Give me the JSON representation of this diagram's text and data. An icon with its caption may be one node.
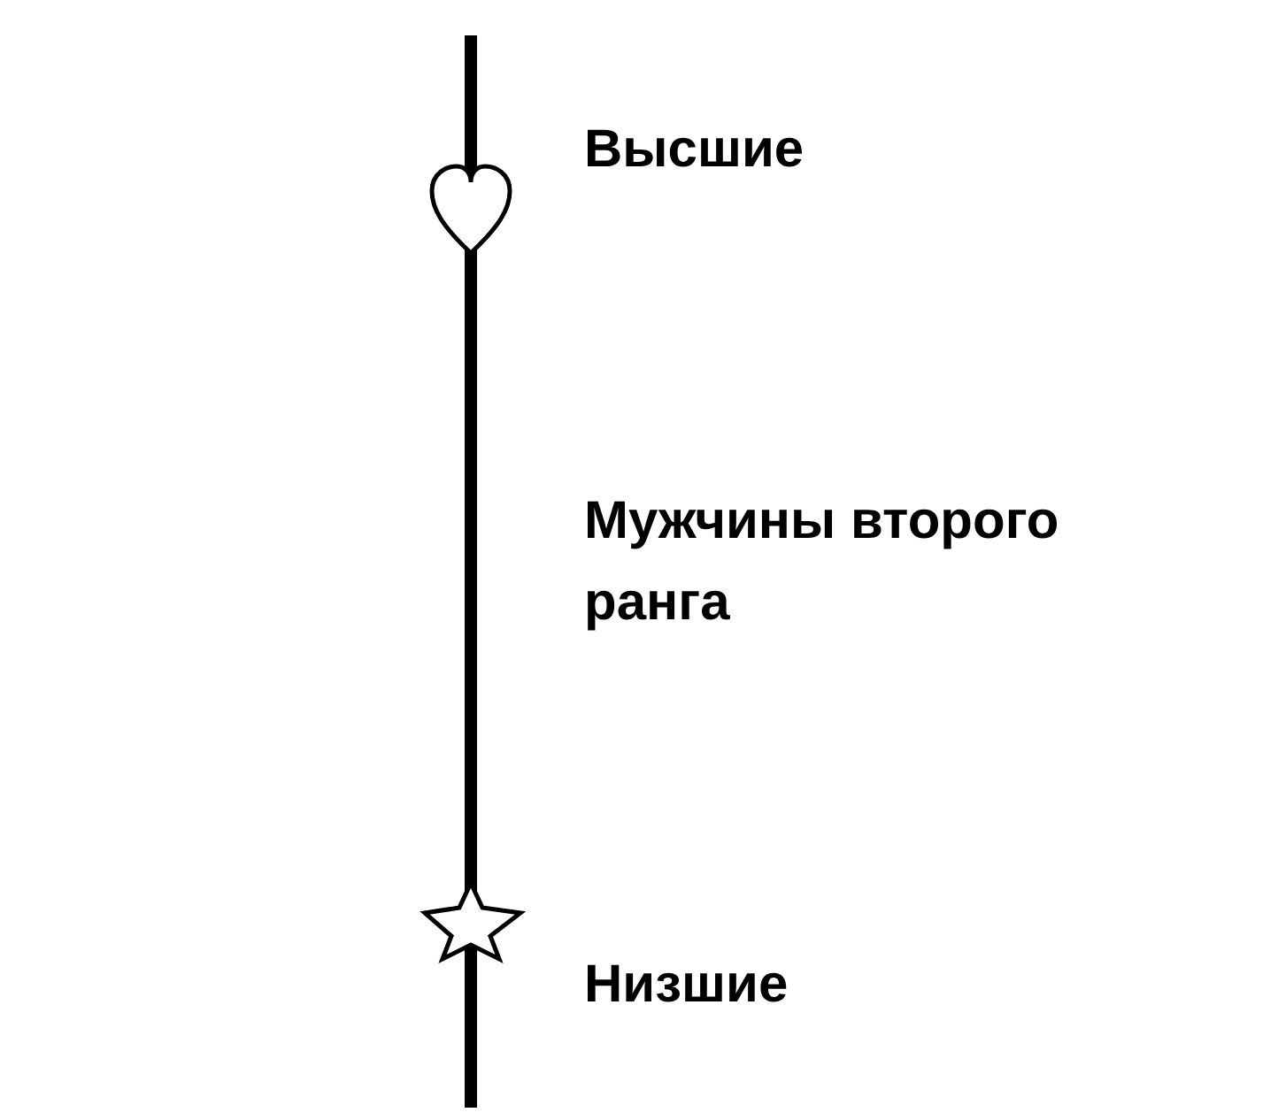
{
  "diagram": {
    "labels": [
      "Высшие",
      "Мужчины второго ранга",
      "Низшие"
    ]
  }
}
